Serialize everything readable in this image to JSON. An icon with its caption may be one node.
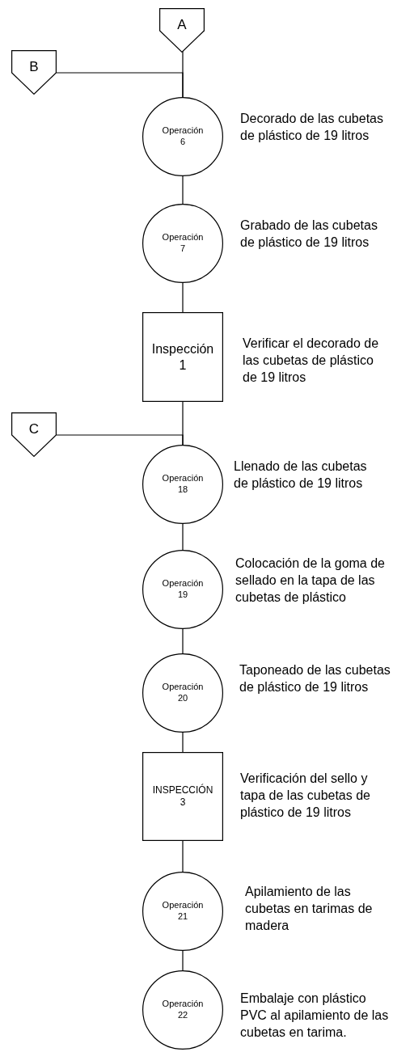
{
  "diagram": {
    "nodes": [
      {
        "text": [
          "A"
        ]
      },
      {
        "text": [
          "B"
        ]
      },
      {
        "text": [
          "Operación",
          "6"
        ],
        "beside": [
          "Decorado de las cubetas de plástico de 19 litros"
        ]
      },
      {
        "text": [
          "Operación",
          "7"
        ],
        "beside": [
          "Grabado de las cubetas de plástico de 19 litros"
        ]
      },
      {
        "text": [
          "Inspección",
          "1"
        ],
        "beside": [
          "Verificar el decorado de las cubetas de plástico de 19 litros"
        ]
      },
      {
        "text": [
          "C"
        ]
      },
      {
        "text": [
          "Operación",
          "18"
        ],
        "beside": [
          "Llenado de las cubetas de plástico de 19 litros"
        ]
      },
      {
        "text": [
          "Operación",
          "19"
        ],
        "beside": [
          "Colocación de la goma de sellado en la tapa de las cubetas de plástico"
        ]
      },
      {
        "text": [
          "Operación",
          "20"
        ],
        "beside": [
          "Taponeado de las cubetas de plástico de 19 litros"
        ]
      },
      {
        "text": [
          "INSPECCIÓN",
          "3"
        ],
        "beside": [
          "Verificación del sello y tapa de las cubetas de plástico de 19 litros"
        ]
      },
      {
        "text": [
          "Operación",
          "21"
        ],
        "beside": [
          "Apilamiento de las cubetas en tarimas de madera"
        ]
      },
      {
        "text": [
          "Operación",
          "22"
        ],
        "beside": [
          "Embalaje con plástico PVC al apilamiento de las cubetas en tarima."
        ]
      }
    ],
    "edges": [
      {
        "from": 0,
        "to": 2,
        "arrow": "none"
      },
      {
        "from": 1,
        "to": 2,
        "arrow": "none"
      },
      {
        "from": 2,
        "to": 3,
        "arrow": "none"
      },
      {
        "from": 3,
        "to": 4,
        "arrow": "none"
      },
      {
        "from": 4,
        "to": 6,
        "arrow": "none"
      },
      {
        "from": 5,
        "to": 6,
        "arrow": "none"
      },
      {
        "from": 6,
        "to": 7,
        "arrow": "none"
      },
      {
        "from": 7,
        "to": 8,
        "arrow": "none"
      },
      {
        "from": 8,
        "to": 9,
        "arrow": "none"
      },
      {
        "from": 9,
        "to": 10,
        "arrow": "none"
      },
      {
        "from": 10,
        "to": 11,
        "arrow": "none"
      }
    ]
  }
}
